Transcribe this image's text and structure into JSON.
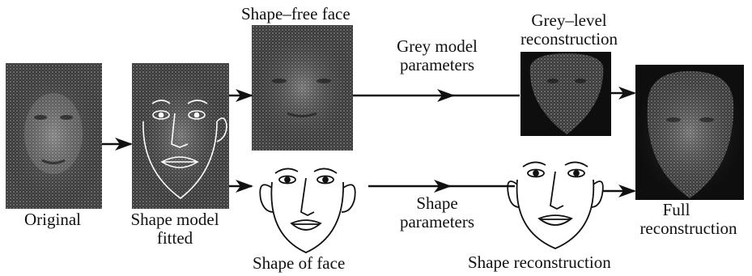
{
  "labels": {
    "original": "Original",
    "fitted_line1": "Shape model",
    "fitted_line2": "fitted",
    "shape_free": "Shape–free face",
    "grey_params_line1": "Grey model",
    "grey_params_line2": "parameters",
    "grey_recon_line1": "Grey–level",
    "grey_recon_line2": "reconstruction",
    "full_line1": "Full",
    "full_line2": "reconstruction",
    "shape_of_face": "Shape of face",
    "shape_params_line1": "Shape",
    "shape_params_line2": "parameters",
    "shape_recon": "Shape reconstruction"
  },
  "colors": {
    "photo_dark": "#1a1a1a",
    "photo_mid": "#5a5a5a",
    "line": "#111111"
  }
}
